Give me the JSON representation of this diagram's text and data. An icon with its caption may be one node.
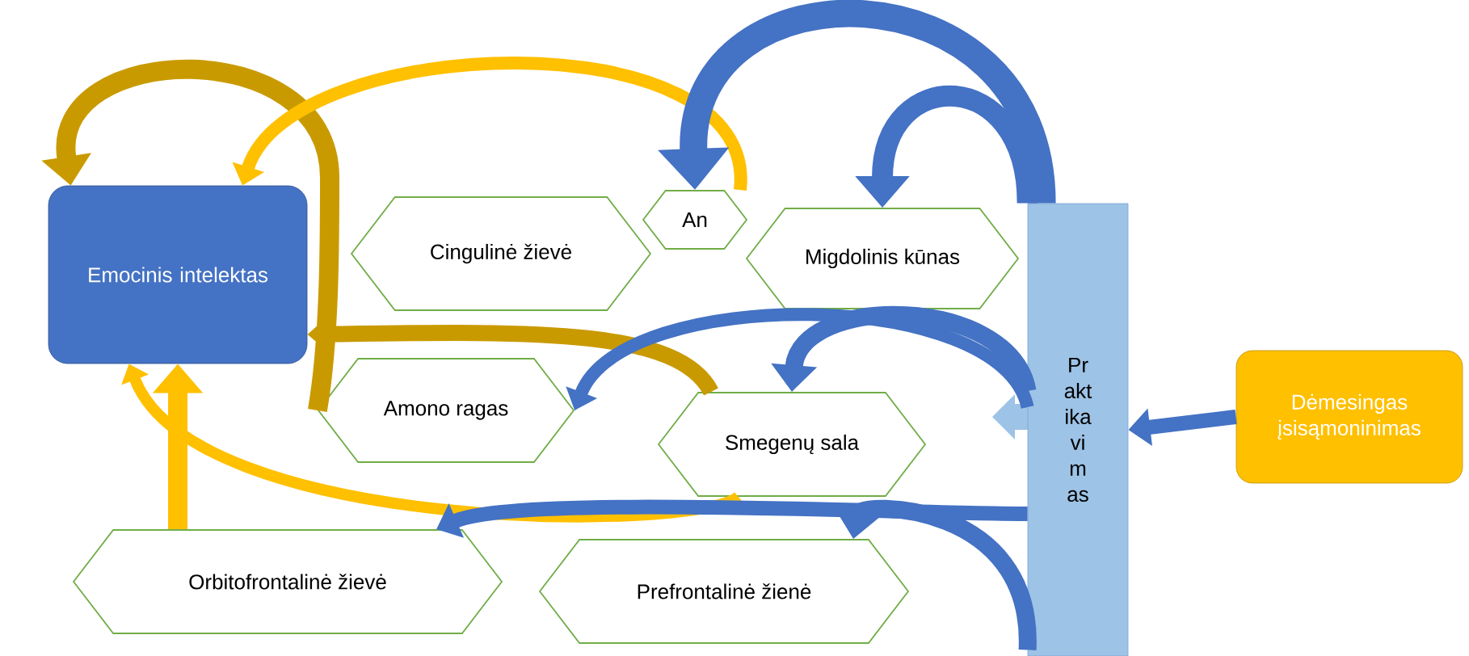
{
  "diagram": {
    "nodes": [
      {
        "text": [
          "Emocinis intelektas"
        ]
      },
      {
        "text": [
          "Cingulinė žievė"
        ]
      },
      {
        "text": [
          "An"
        ]
      },
      {
        "text": [
          "Migdolinis kūnas"
        ]
      },
      {
        "text": [
          "Amono ragas"
        ]
      },
      {
        "text": [
          "Smegenų sala"
        ]
      },
      {
        "text": [
          "Orbitofrontalinė žievė"
        ]
      },
      {
        "text": [
          "Prefrontalinė žienė"
        ]
      },
      {
        "text": [
          "Praktikavimas"
        ]
      },
      {
        "text": [
          "Dėmesingas įsisąmoninimas"
        ]
      }
    ],
    "edges": [
      {
        "from": 6,
        "to": 0,
        "arrow": "to",
        "color": "#ffc000"
      },
      {
        "from": 4,
        "to": 0,
        "arrow": "to",
        "color": "#c99a00"
      },
      {
        "from": 2,
        "to": 0,
        "arrow": "to",
        "color": "#ffc000"
      },
      {
        "from": 5,
        "to": 0,
        "arrow": "to",
        "color": "#c99a00"
      },
      {
        "from": 5,
        "to": 0,
        "arrow": "to",
        "color": "#ffc000"
      },
      {
        "from": 8,
        "to": 2,
        "arrow": "to"
      },
      {
        "from": 8,
        "to": 3,
        "arrow": "to"
      },
      {
        "from": 8,
        "to": 4,
        "arrow": "to"
      },
      {
        "from": 8,
        "to": 5,
        "arrow": "to"
      },
      {
        "from": 8,
        "to": 6,
        "arrow": "to"
      },
      {
        "from": 8,
        "to": 7,
        "arrow": "to"
      },
      {
        "from": 9,
        "to": 8,
        "arrow": "to"
      }
    ]
  }
}
